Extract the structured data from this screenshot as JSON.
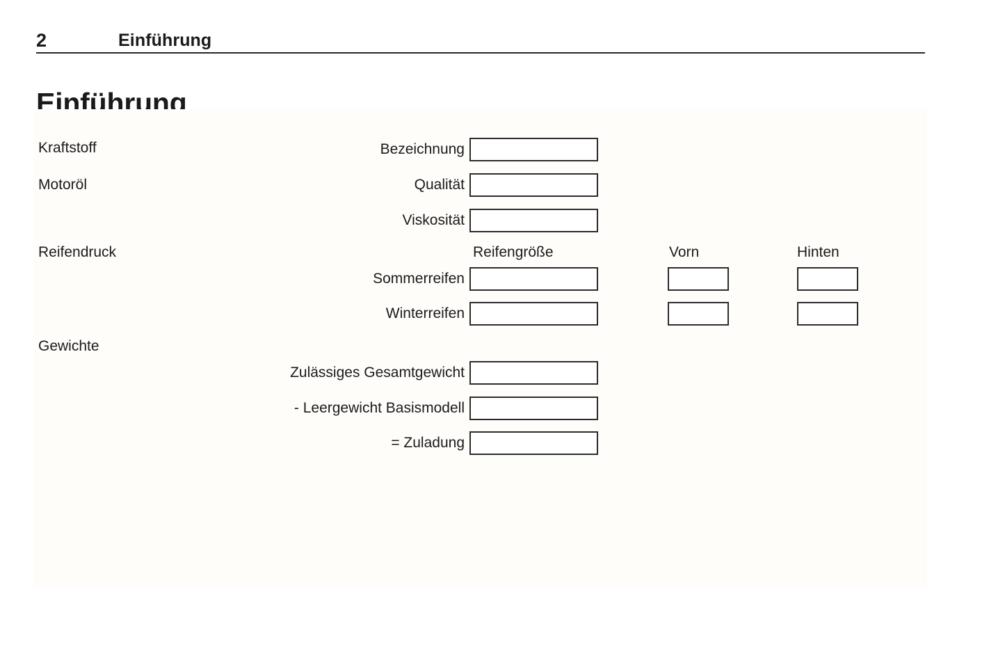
{
  "header": {
    "page_number": "2",
    "chapter": "Einführung"
  },
  "title": "Einführung",
  "form": {
    "sections": [
      {
        "label": "Kraftstoff"
      },
      {
        "label": "Motoröl"
      },
      {
        "label": "Reifendruck"
      },
      {
        "label": "Gewichte"
      }
    ],
    "column_headers": {
      "size": "Reifengröße",
      "front": "Vorn",
      "rear": "Hinten"
    },
    "fields": [
      {
        "label": "Bezeichnung",
        "value": ""
      },
      {
        "label": "Qualität",
        "value": ""
      },
      {
        "label": "Viskosität",
        "value": ""
      },
      {
        "label": "Sommerreifen",
        "value": "",
        "front": "",
        "rear": ""
      },
      {
        "label": "Winterreifen",
        "value": "",
        "front": "",
        "rear": ""
      },
      {
        "label": "Zulässiges Gesamtgewicht",
        "value": ""
      },
      {
        "label": "- Leergewicht Basismodell",
        "value": ""
      },
      {
        "label": "= Zuladung",
        "value": ""
      }
    ]
  },
  "colors": {
    "ink": "#1a1a1a",
    "rule": "#262626",
    "box_border": "#2b2b2b",
    "panel_background": "#fffdfa",
    "page_background": "#ffffff"
  }
}
